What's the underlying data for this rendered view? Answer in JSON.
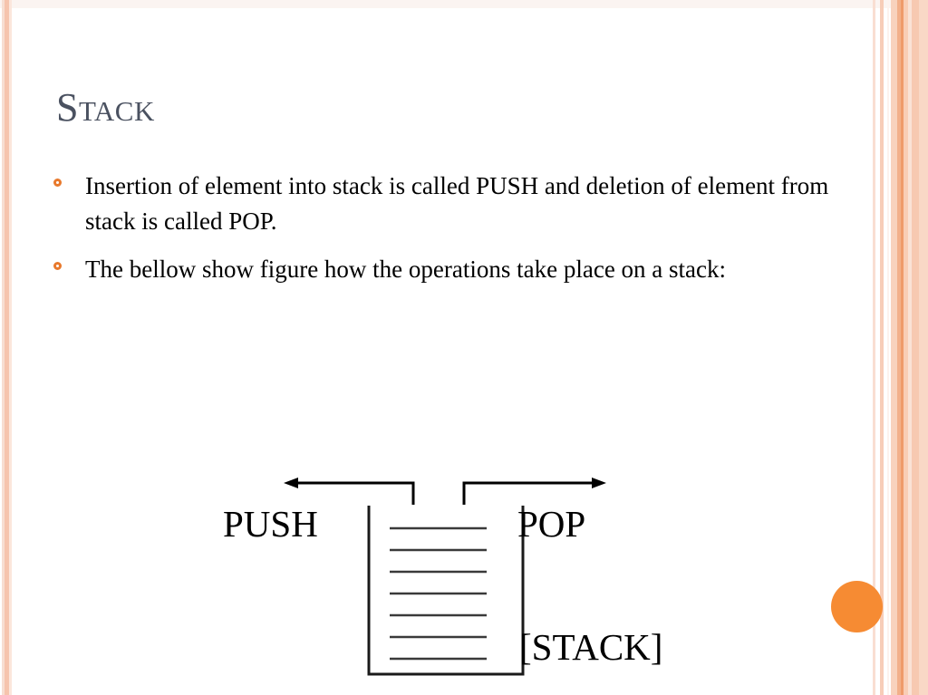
{
  "slide": {
    "title": "Stack",
    "title_color": "#4A5160",
    "background_color": "#FFFFFF",
    "accent_color": "#F68B33",
    "bullet_marker_color": "#E8792C",
    "bullets": [
      {
        "marker": "ring-bullet-icon",
        "text": "Insertion of element into stack is called PUSH and deletion of element from stack is called POP."
      },
      {
        "marker": "ring-bullet-icon",
        "text": "The bellow show figure how the operations take place on a stack:"
      }
    ]
  },
  "figure": {
    "name": "stack-diagram",
    "push_label": "PUSH",
    "pop_label": "POP",
    "stack_label": "[STACK]",
    "push_arrow": {
      "name": "push-arrow",
      "direction": "left",
      "description": "elbow arrow from stack top leftwards to PUSH label"
    },
    "pop_arrow": {
      "name": "pop-arrow",
      "direction": "right",
      "description": "elbow arrow from stack top rightwards to POP label"
    },
    "container": {
      "name": "stack-container",
      "open_top": true,
      "cell_divider_count": 7
    },
    "stroke_color": "#1A1A1A"
  },
  "decor": {
    "left_stripes": [
      "#F7DED2",
      "#F6C4AD",
      "#FBE6DC"
    ],
    "right_stripes": [
      "#F9DED2",
      "#F7CDB8",
      "#FDF3EE",
      "#F8D2BD",
      "#F2B08A",
      "#EF9A6A",
      "#F9CDB5",
      "#FAE2D6",
      "#F7C9B1",
      "#F9D8C6"
    ],
    "top_band": "#FBF4F1",
    "circle": "#F68B33"
  }
}
